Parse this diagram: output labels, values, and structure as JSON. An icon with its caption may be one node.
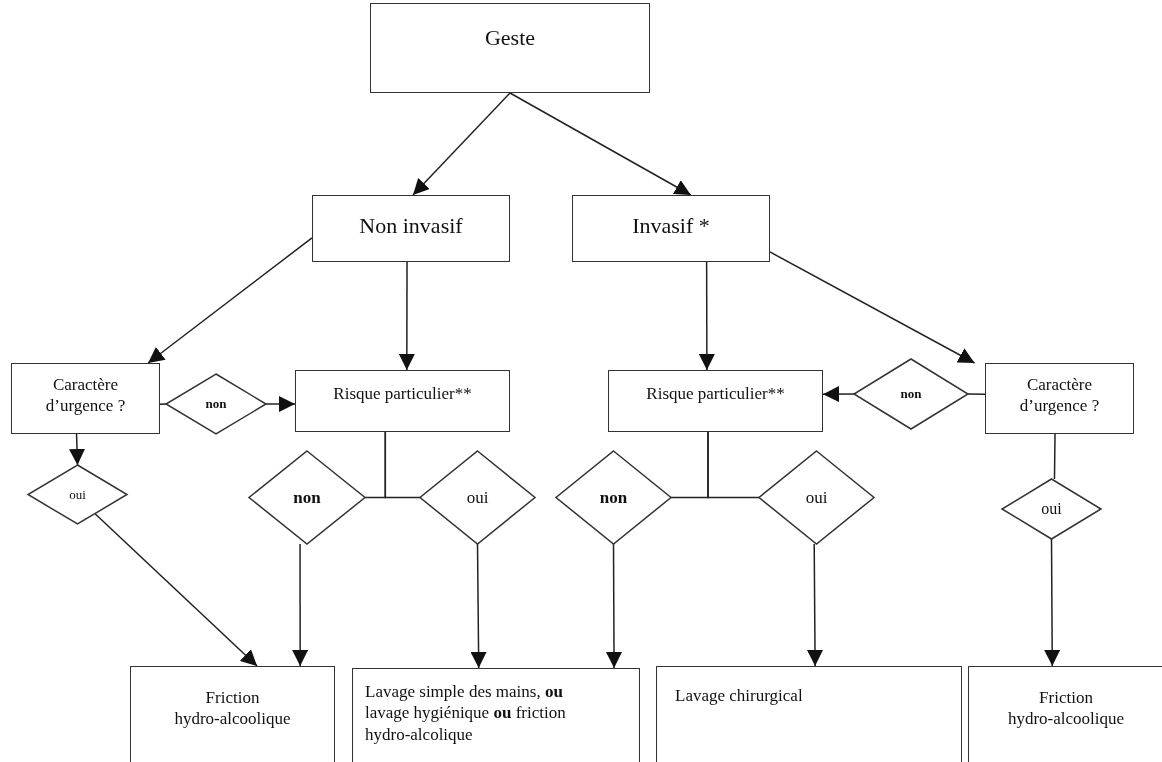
{
  "diagram": {
    "nodes": [
      {
        "text": [
          "Geste"
        ]
      },
      {
        "text": [
          "Non invasif"
        ]
      },
      {
        "text": [
          "Invasif *"
        ]
      },
      {
        "text": [
          "Caractère d’urgence ?"
        ]
      },
      {
        "text": [
          "non"
        ]
      },
      {
        "text": [
          "Risque particulier**"
        ]
      },
      {
        "text": [
          "Caractère d’urgence ?"
        ]
      },
      {
        "text": [
          "non"
        ]
      },
      {
        "text": [
          "Risque particulier**"
        ]
      },
      {
        "text": [
          "oui"
        ]
      },
      {
        "text": [
          "non"
        ]
      },
      {
        "text": [
          "oui"
        ]
      },
      {
        "text": [
          "non"
        ]
      },
      {
        "text": [
          "oui"
        ]
      },
      {
        "text": [
          "oui"
        ]
      },
      {
        "text": [
          "Friction hydro-alcoolique"
        ]
      },
      {
        "text": [
          "Lavage simple des mains, **ou** lavage hygiénique **ou** friction hydro-alcolique"
        ]
      },
      {
        "text": [
          "Lavage chirurgical"
        ]
      },
      {
        "text": [
          "Friction hydro-alcoolique"
        ]
      }
    ],
    "edges": [
      {
        "from": 0,
        "to": 1,
        "arrow": "to"
      },
      {
        "from": 0,
        "to": 2,
        "arrow": "to"
      },
      {
        "from": 1,
        "to": 3,
        "arrow": "to"
      },
      {
        "from": 1,
        "to": 5,
        "arrow": "to"
      },
      {
        "from": 2,
        "to": 8,
        "arrow": "to"
      },
      {
        "from": 2,
        "to": 6,
        "arrow": "to"
      },
      {
        "from": 3,
        "to": 4,
        "arrow": "none"
      },
      {
        "from": 4,
        "to": 5,
        "arrow": "to"
      },
      {
        "from": 6,
        "to": 7,
        "arrow": "none"
      },
      {
        "from": 7,
        "to": 8,
        "arrow": "to"
      },
      {
        "from": 3,
        "to": 9,
        "arrow": "to"
      },
      {
        "from": 9,
        "to": 15,
        "arrow": "to"
      },
      {
        "from": 5,
        "to": 10,
        "arrow": "none"
      },
      {
        "from": 5,
        "to": 11,
        "arrow": "none"
      },
      {
        "from": 10,
        "to": 15,
        "arrow": "to"
      },
      {
        "from": 11,
        "to": 16,
        "arrow": "to"
      },
      {
        "from": 8,
        "to": 12,
        "arrow": "none"
      },
      {
        "from": 8,
        "to": 13,
        "arrow": "none"
      },
      {
        "from": 12,
        "to": 16,
        "arrow": "to"
      },
      {
        "from": 13,
        "to": 17,
        "arrow": "to"
      },
      {
        "from": 6,
        "to": 14,
        "arrow": "none"
      },
      {
        "from": 14,
        "to": 18,
        "arrow": "to"
      }
    ]
  }
}
